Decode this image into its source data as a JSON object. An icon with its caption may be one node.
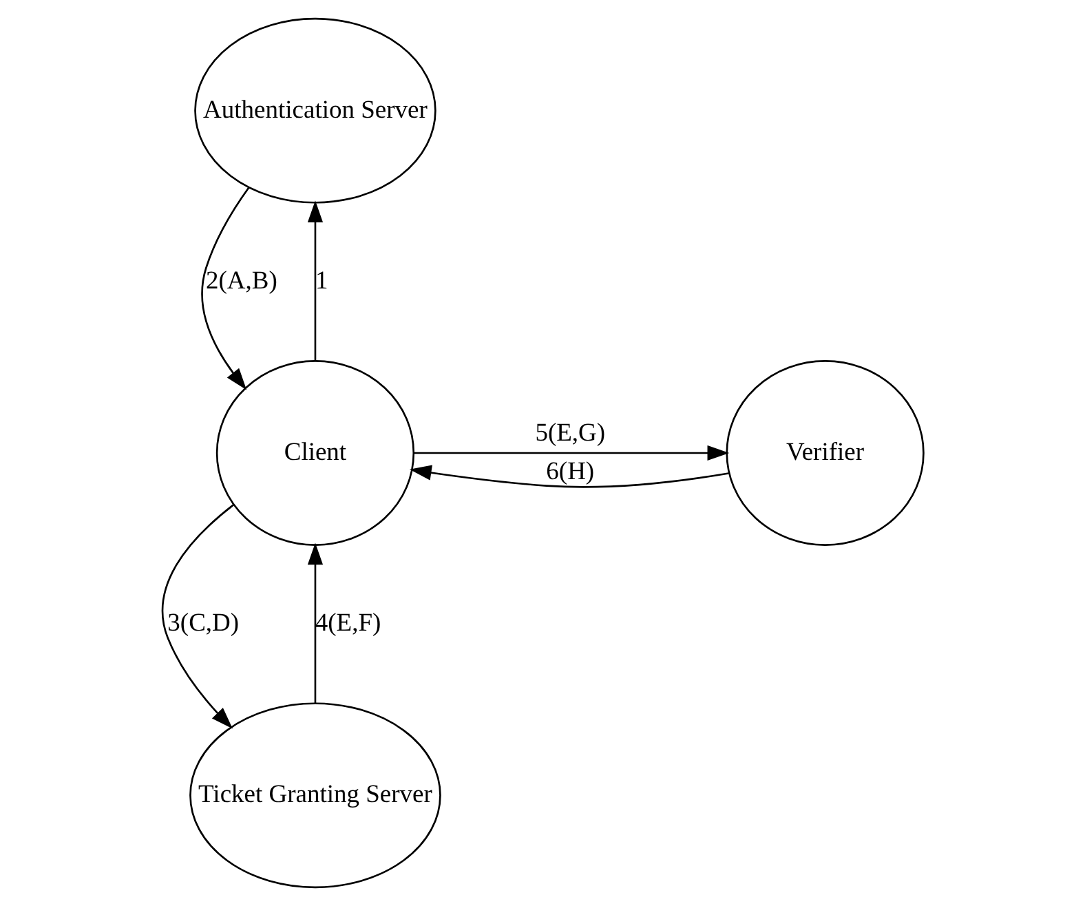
{
  "diagram": {
    "nodes": [
      {
        "text": [
          "Authentication Server"
        ]
      },
      {
        "text": [
          "Ticket Granting Server"
        ]
      },
      {
        "text": [
          "Client"
        ]
      },
      {
        "text": [
          "Verifier"
        ]
      }
    ],
    "edges": [
      {
        "from": 2,
        "to": 0,
        "arrow": "to",
        "label": "1"
      },
      {
        "from": 0,
        "to": 2,
        "arrow": "to",
        "label": "2(A,B)"
      },
      {
        "from": 2,
        "to": 1,
        "arrow": "to",
        "label": "3(C,D)"
      },
      {
        "from": 1,
        "to": 2,
        "arrow": "to",
        "label": "4(E,F)"
      },
      {
        "from": 2,
        "to": 3,
        "arrow": "to",
        "label": "5(E,G)"
      },
      {
        "from": 3,
        "to": 2,
        "arrow": "to",
        "label": "6(H)"
      }
    ]
  }
}
